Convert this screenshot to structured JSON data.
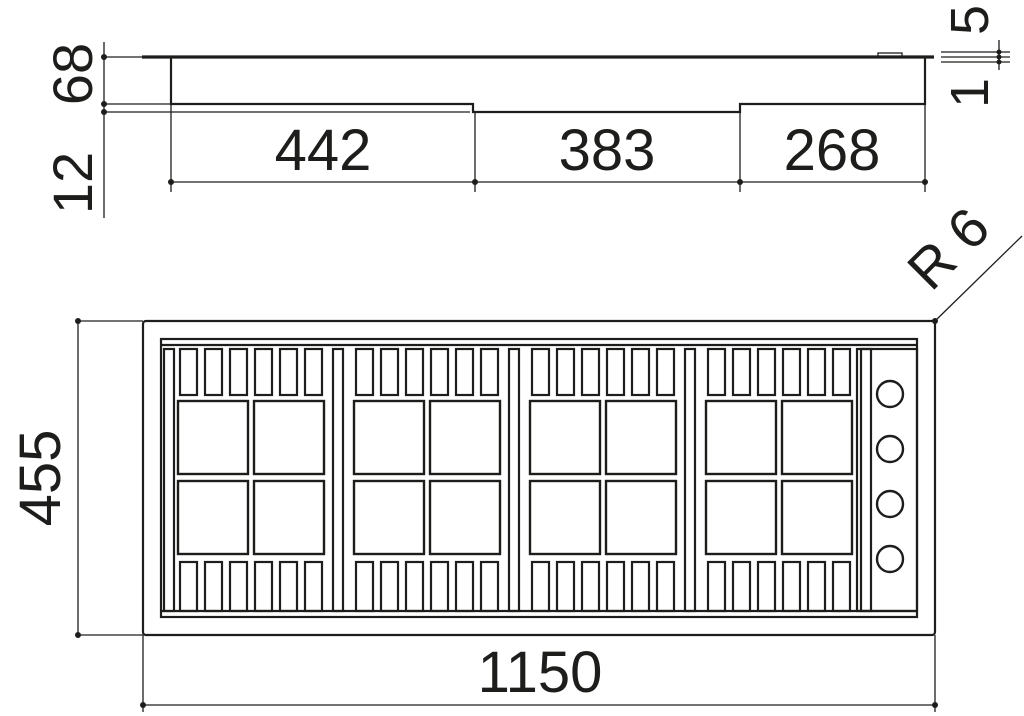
{
  "dimensions": {
    "side_height_upper": "68",
    "side_height_lower": "12",
    "segment_left": "442",
    "segment_middle": "383",
    "segment_right": "268",
    "right_top_label": "5",
    "right_bottom_label": "1",
    "corner_radius": "R 6",
    "plan_height": "455",
    "plan_width": "1150"
  },
  "components": {
    "grate_count": 4,
    "knob_count": 4
  }
}
